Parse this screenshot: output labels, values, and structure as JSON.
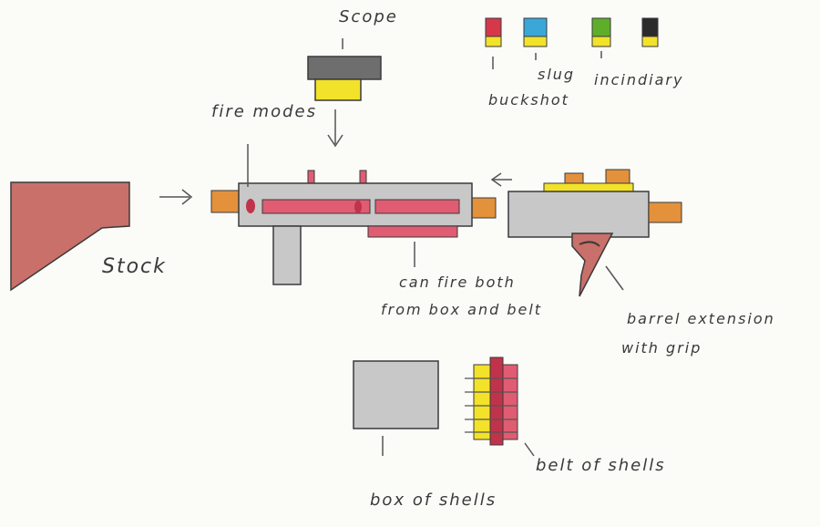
{
  "labels": {
    "scope": "Scope",
    "fire_modes": "fire modes",
    "stock": "Stock",
    "fire_note_line1": "can fire both",
    "fire_note_line2": "from box and belt",
    "barrel_line1": "barrel extension",
    "barrel_line2": "with grip",
    "box": "box of shells",
    "belt": "belt of shells"
  },
  "ammo_types": [
    {
      "label": "buckshot",
      "color": "#d6384a"
    },
    {
      "label": "slug",
      "color": "#3aa7d8"
    },
    {
      "label": "incindiary",
      "color": "#5fae2b"
    },
    {
      "label": "",
      "color": "#2b2b2b"
    }
  ],
  "colors": {
    "stock": "#c9706a",
    "body": "#c8c8c8",
    "accent": "#e05c72",
    "yellow": "#f2e22a",
    "orange": "#e3913a",
    "outline": "#3a3a3a"
  }
}
